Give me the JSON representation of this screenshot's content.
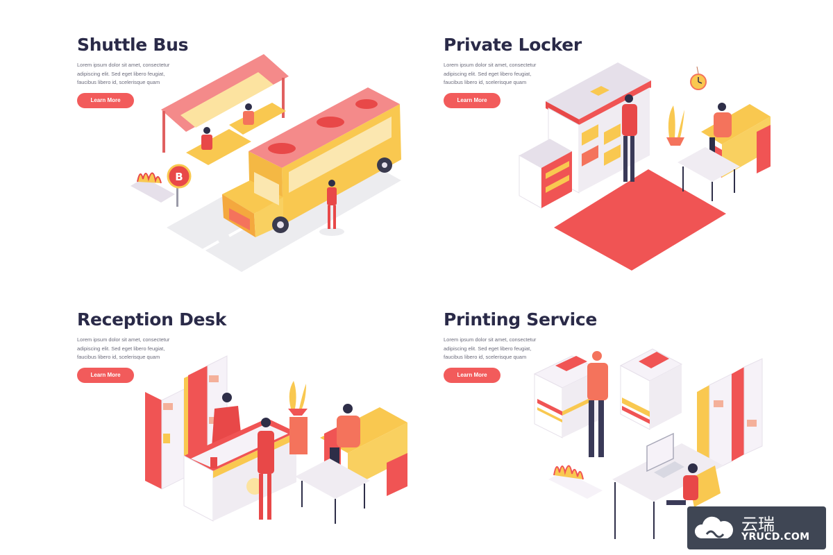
{
  "cards": [
    {
      "title": "Shuttle Bus",
      "description": "Lorem ipsum dolor sit amet, consectetur adipiscing elit. Sed eget libero feugiat, faucibus libero id, scelerisque quam",
      "button": "Learn More",
      "sign_letter": "B"
    },
    {
      "title": "Private Locker",
      "description": "Lorem ipsum dolor sit amet, consectetur adipiscing elit. Sed eget libero feugiat, faucibus libero id, scelerisque quam",
      "button": "Learn More"
    },
    {
      "title": "Reception Desk",
      "description": "Lorem ipsum dolor sit amet, consectetur adipiscing elit. Sed eget libero feugiat, faucibus libero id, scelerisque quam",
      "button": "Learn More"
    },
    {
      "title": "Printing Service",
      "description": "Lorem ipsum dolor sit amet, consectetur adipiscing elit. Sed eget libero feugiat, faucibus libero id, scelerisque quam",
      "button": "Learn More"
    }
  ],
  "watermark": {
    "cn": "云瑞",
    "en": "YRUCD.COM"
  },
  "colors": {
    "title": "#2a2a48",
    "text": "#6b6b7b",
    "accent": "#f25b5b",
    "yellow": "#f9c850",
    "pale": "#e6e0ea"
  }
}
